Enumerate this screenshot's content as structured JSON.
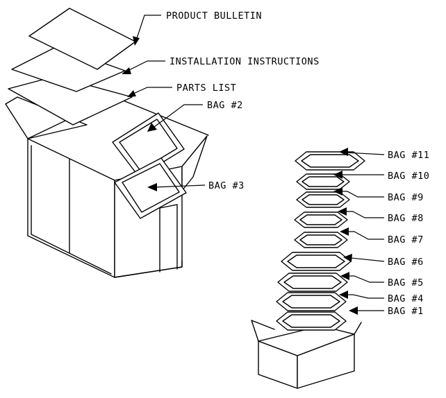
{
  "labels": {
    "product_bulletin": "PRODUCT BULLETIN",
    "installation_instructions": "INSTALLATION INSTRUCTIONS",
    "parts_list": "PARTS LIST",
    "bag_2": "BAG #2",
    "bag_3": "BAG #3",
    "bag_11": "BAG #11",
    "bag_10": "BAG #10",
    "bag_9": "BAG #9",
    "bag_8": "BAG #8",
    "bag_7": "BAG #7",
    "bag_6": "BAG #6",
    "bag_5": "BAG #5",
    "bag_4": "BAG #4",
    "bag_1": "BAG #1"
  },
  "colors": {
    "line": "#000000",
    "background": "#ffffff"
  }
}
